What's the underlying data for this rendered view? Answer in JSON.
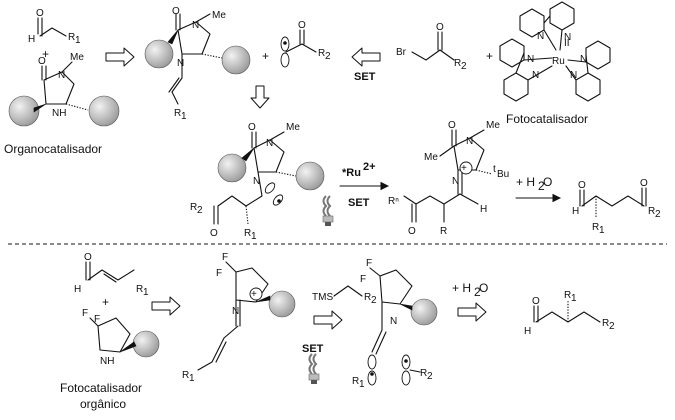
{
  "diagram": {
    "colors": {
      "ink": "#111111",
      "sphere_light": "#e6e6e6",
      "sphere_dark": "#9a9a9a",
      "divider": "#444444"
    },
    "labels": {
      "R1": "R",
      "R1_sub": "1",
      "R2": "R",
      "R2_sub": "2",
      "Rn": "Rⁿ",
      "R": "R",
      "plus": "+",
      "O": "O",
      "N": "N",
      "H": "H",
      "F": "F",
      "NH": "NH",
      "Br": "Br",
      "Me": "Me",
      "Ru": "Ru",
      "tBu_prefix": "t",
      "tBu": "Bu",
      "TMS": "TMS",
      "II": "II"
    },
    "captions": {
      "organocatalyst": "Organocatalisador",
      "photocatalyst": "Fotocatalisador",
      "organic_photocatalyst_line1": "Fotocatalisador",
      "organic_photocatalyst_line2": "orgânico"
    },
    "reagents": {
      "set": "SET",
      "ru_excited": "*Ru",
      "ru_charge": "2+",
      "water": "+ H",
      "water_sub": "2",
      "water_end": "O",
      "cation": "⊕"
    }
  }
}
